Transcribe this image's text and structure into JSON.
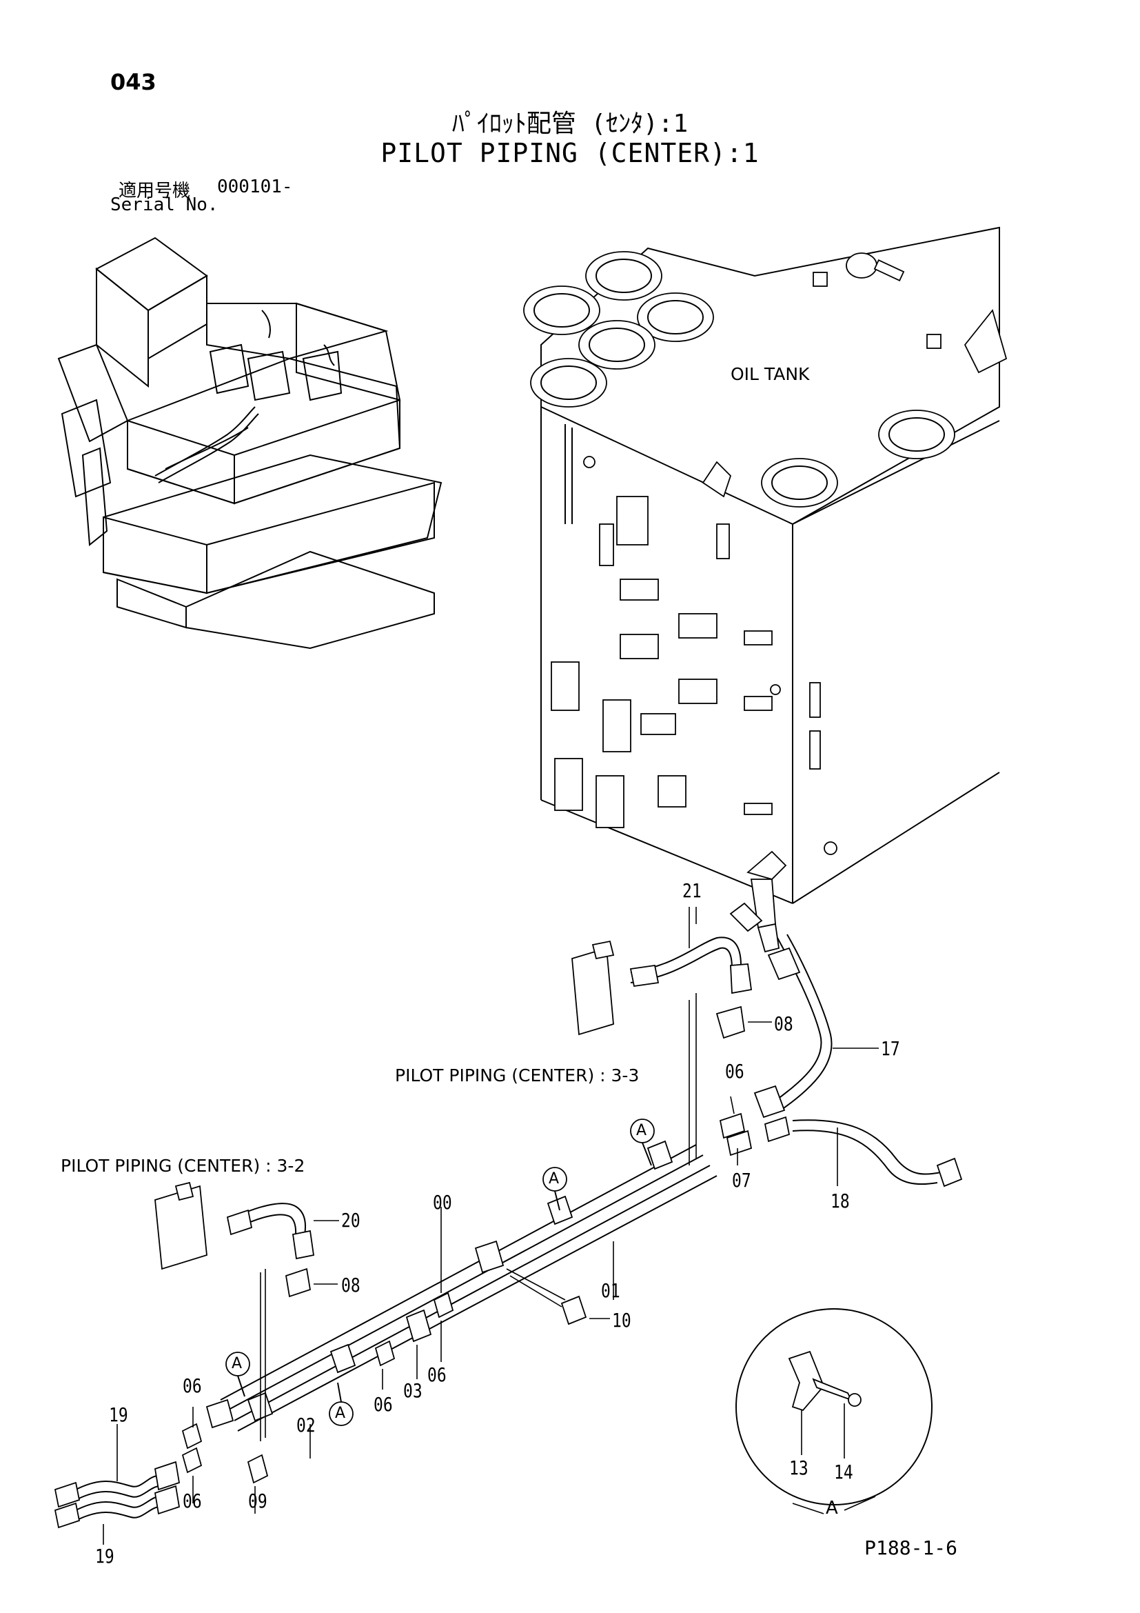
{
  "page": {
    "number": "043",
    "title_jp": "ﾊﾟｲﾛｯﾄ配管 (ｾﾝﾀ):1",
    "title_en": "PILOT PIPING (CENTER):1",
    "serial_label_jp": "適用号機",
    "serial_value": "000101-",
    "serial_label_en": "Serial No.",
    "footer_code": "P188-1-6"
  },
  "labels": {
    "oil_tank": "OIL TANK",
    "ref_3_3": "PILOT PIPING (CENTER) : 3-3",
    "ref_3_2": "PILOT PIPING (CENTER) : 3-2",
    "detail_marker": "A"
  },
  "callouts": {
    "c21": "21",
    "c08a": "08",
    "c17": "17",
    "c06a": "06",
    "c07": "07",
    "c18": "18",
    "c00": "00",
    "c01": "01",
    "c20": "20",
    "c08b": "08",
    "c10": "10",
    "c06b": "06",
    "c03": "03",
    "c06c": "06",
    "c02": "02",
    "c06d": "06",
    "c06e": "06",
    "c09": "09",
    "c19a": "19",
    "c19b": "19",
    "c13": "13",
    "c14": "14"
  },
  "section_markers": [
    "A",
    "A",
    "A",
    "A"
  ]
}
